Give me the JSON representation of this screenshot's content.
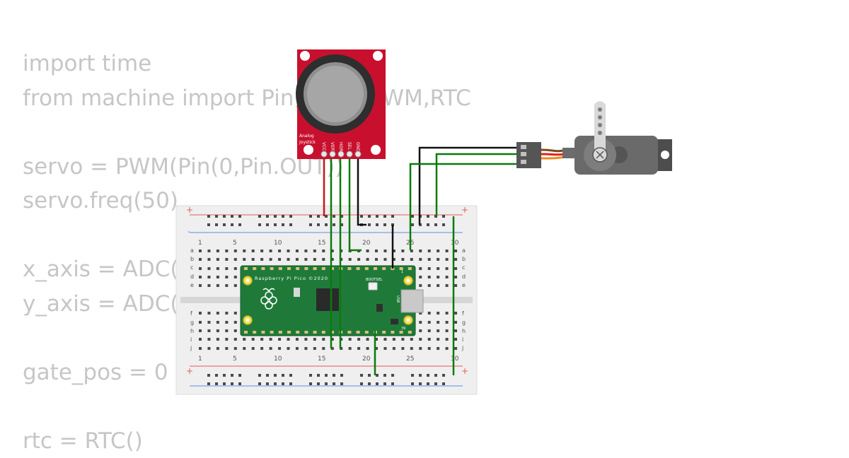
{
  "code_lines": [
    "import time",
    "from machine import Pin, ADC, PWM,RTC",
    "",
    "servo = PWM(Pin(0,Pin.OUT))",
    "servo.freq(50)",
    "",
    "x_axis = ADC(26)",
    "y_axis = ADC(27)",
    "",
    "gate_pos = 0",
    "",
    "rtc = RTC()"
  ],
  "breadboard": {
    "column_numbers": [
      "1",
      "5",
      "10",
      "15",
      "20",
      "25",
      "30"
    ],
    "row_letters_top": [
      "a",
      "b",
      "c",
      "d",
      "e"
    ],
    "row_letters_bottom": [
      "f",
      "g",
      "h",
      "i",
      "j"
    ],
    "rail_plus": "+",
    "rail_minus": "-"
  },
  "pico": {
    "label": "Raspberry Pi Pico ©2020",
    "bootsel_label": "BOOTSEL",
    "usb_label": "USB",
    "pin_mark_top": "1",
    "pin_mark_bottom": "39"
  },
  "joystick": {
    "title_line1": "Analog",
    "title_line2": "Joystick",
    "pins": [
      "VCC",
      "VERT",
      "HORZ",
      "SEL",
      "GND"
    ]
  },
  "colors": {
    "wire_red": "#cc1414",
    "wire_green": "#0a7a0a",
    "wire_black": "#111111",
    "pico_green": "#1f7a3a",
    "joystick_red": "#c8102e",
    "code_gray": "#c6c6c6"
  }
}
